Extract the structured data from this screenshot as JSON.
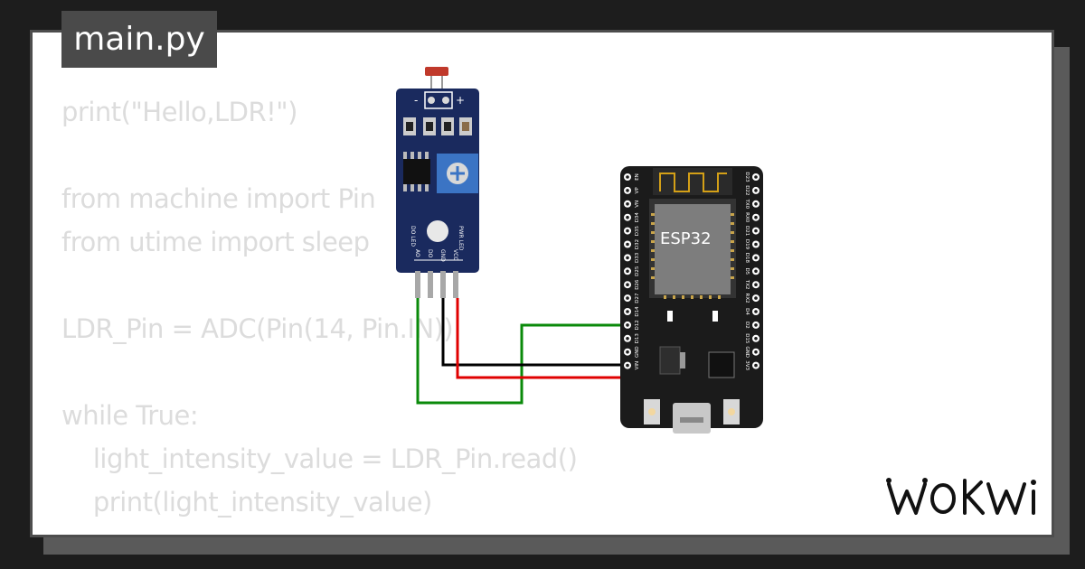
{
  "editor": {
    "filename": "main.py",
    "code_lines": [
      "print(\"Hello,LDR!\")",
      "",
      "from machine import Pin",
      "from utime import sleep",
      "",
      "LDR_Pin = ADC(Pin(14, Pin.IN))",
      "",
      "while True:",
      "    light_intensity_value = LDR_Pin.read()",
      "    print(light_intensity_value)"
    ]
  },
  "ldr_module": {
    "pin_labels": [
      "AO",
      "DO",
      "GND",
      "VCC"
    ],
    "top_labels": [
      "-",
      "+"
    ],
    "led_labels": [
      "DO LED",
      "PWR LED"
    ]
  },
  "esp32": {
    "chip_label": "ESP32",
    "left_pins": [
      "EN",
      "VP",
      "VN",
      "D34",
      "D35",
      "D32",
      "D33",
      "D25",
      "D26",
      "D27",
      "D14",
      "D12",
      "D13",
      "GND",
      "VIN"
    ],
    "right_pins": [
      "D23",
      "D22",
      "TX0",
      "RX0",
      "D21",
      "D19",
      "D18",
      "D5",
      "TX2",
      "RX2",
      "D4",
      "D2",
      "D15",
      "GND",
      "3V3"
    ]
  },
  "wires": [
    {
      "from": "AO",
      "to": "D14",
      "color": "#0a8a0a"
    },
    {
      "from": "GND",
      "to": "GND",
      "color": "#000000"
    },
    {
      "from": "VCC",
      "to": "VIN",
      "color": "#e00000"
    }
  ],
  "brand": {
    "logo": "WOKWI"
  },
  "colors": {
    "background": "#1d1d1d",
    "card": "#ffffff",
    "code_text": "#dcdcdc",
    "ldr_board": "#1a2a5e",
    "esp_board": "#1b1b1b",
    "pot": "#3b74c4"
  }
}
